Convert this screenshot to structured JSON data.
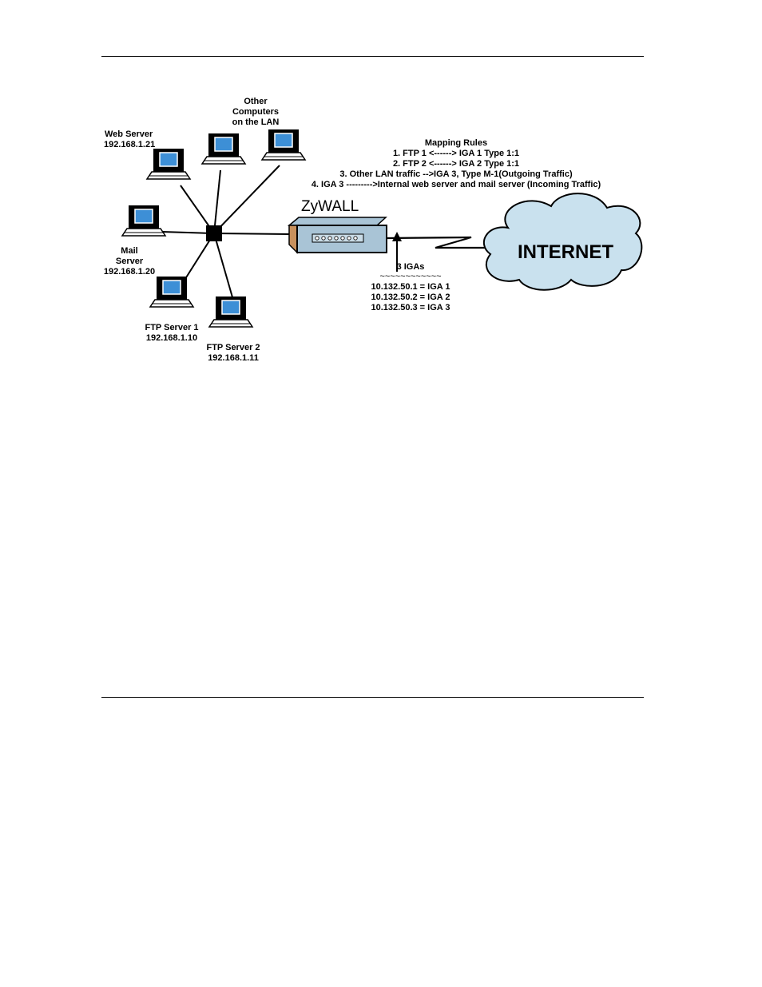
{
  "computers": {
    "web_server": {
      "name": "Web Server",
      "ip": "192.168.1.21"
    },
    "other": {
      "line1": "Other",
      "line2": "Computers",
      "line3": "on the LAN"
    },
    "mail_server": {
      "line1": "Mail",
      "line2": "Server",
      "ip": "192.168.1.20"
    },
    "ftp_server_1": {
      "name": "FTP Server 1",
      "ip": "192.168.1.10"
    },
    "ftp_server_2": {
      "name": "FTP Server 2",
      "ip": "192.168.1.11"
    }
  },
  "device": {
    "name": "ZyWALL"
  },
  "mapping_rules": {
    "title": "Mapping Rules",
    "items": [
      "1. FTP 1 <------> IGA 1 Type 1:1",
      "2. FTP 2 <------> IGA 2 Type 1:1",
      "3. Other LAN traffic -->IGA 3, Type M-1(Outgoing Traffic)",
      "4. IGA 3 --------->Internal web server and mail server (Incoming Traffic)"
    ]
  },
  "igas": {
    "title": "3 IGAs",
    "underline": "~~~~~~~~~~~~",
    "items": [
      "10.132.50.1 = IGA 1",
      "10.132.50.2 = IGA 2",
      "10.132.50.3 = IGA 3"
    ]
  },
  "internet": {
    "label": "INTERNET"
  },
  "colors": {
    "screen": "#3d8fd6",
    "device": "#a9c4d6",
    "device_side": "#c8915d",
    "cloud": "#c9e1ee"
  }
}
